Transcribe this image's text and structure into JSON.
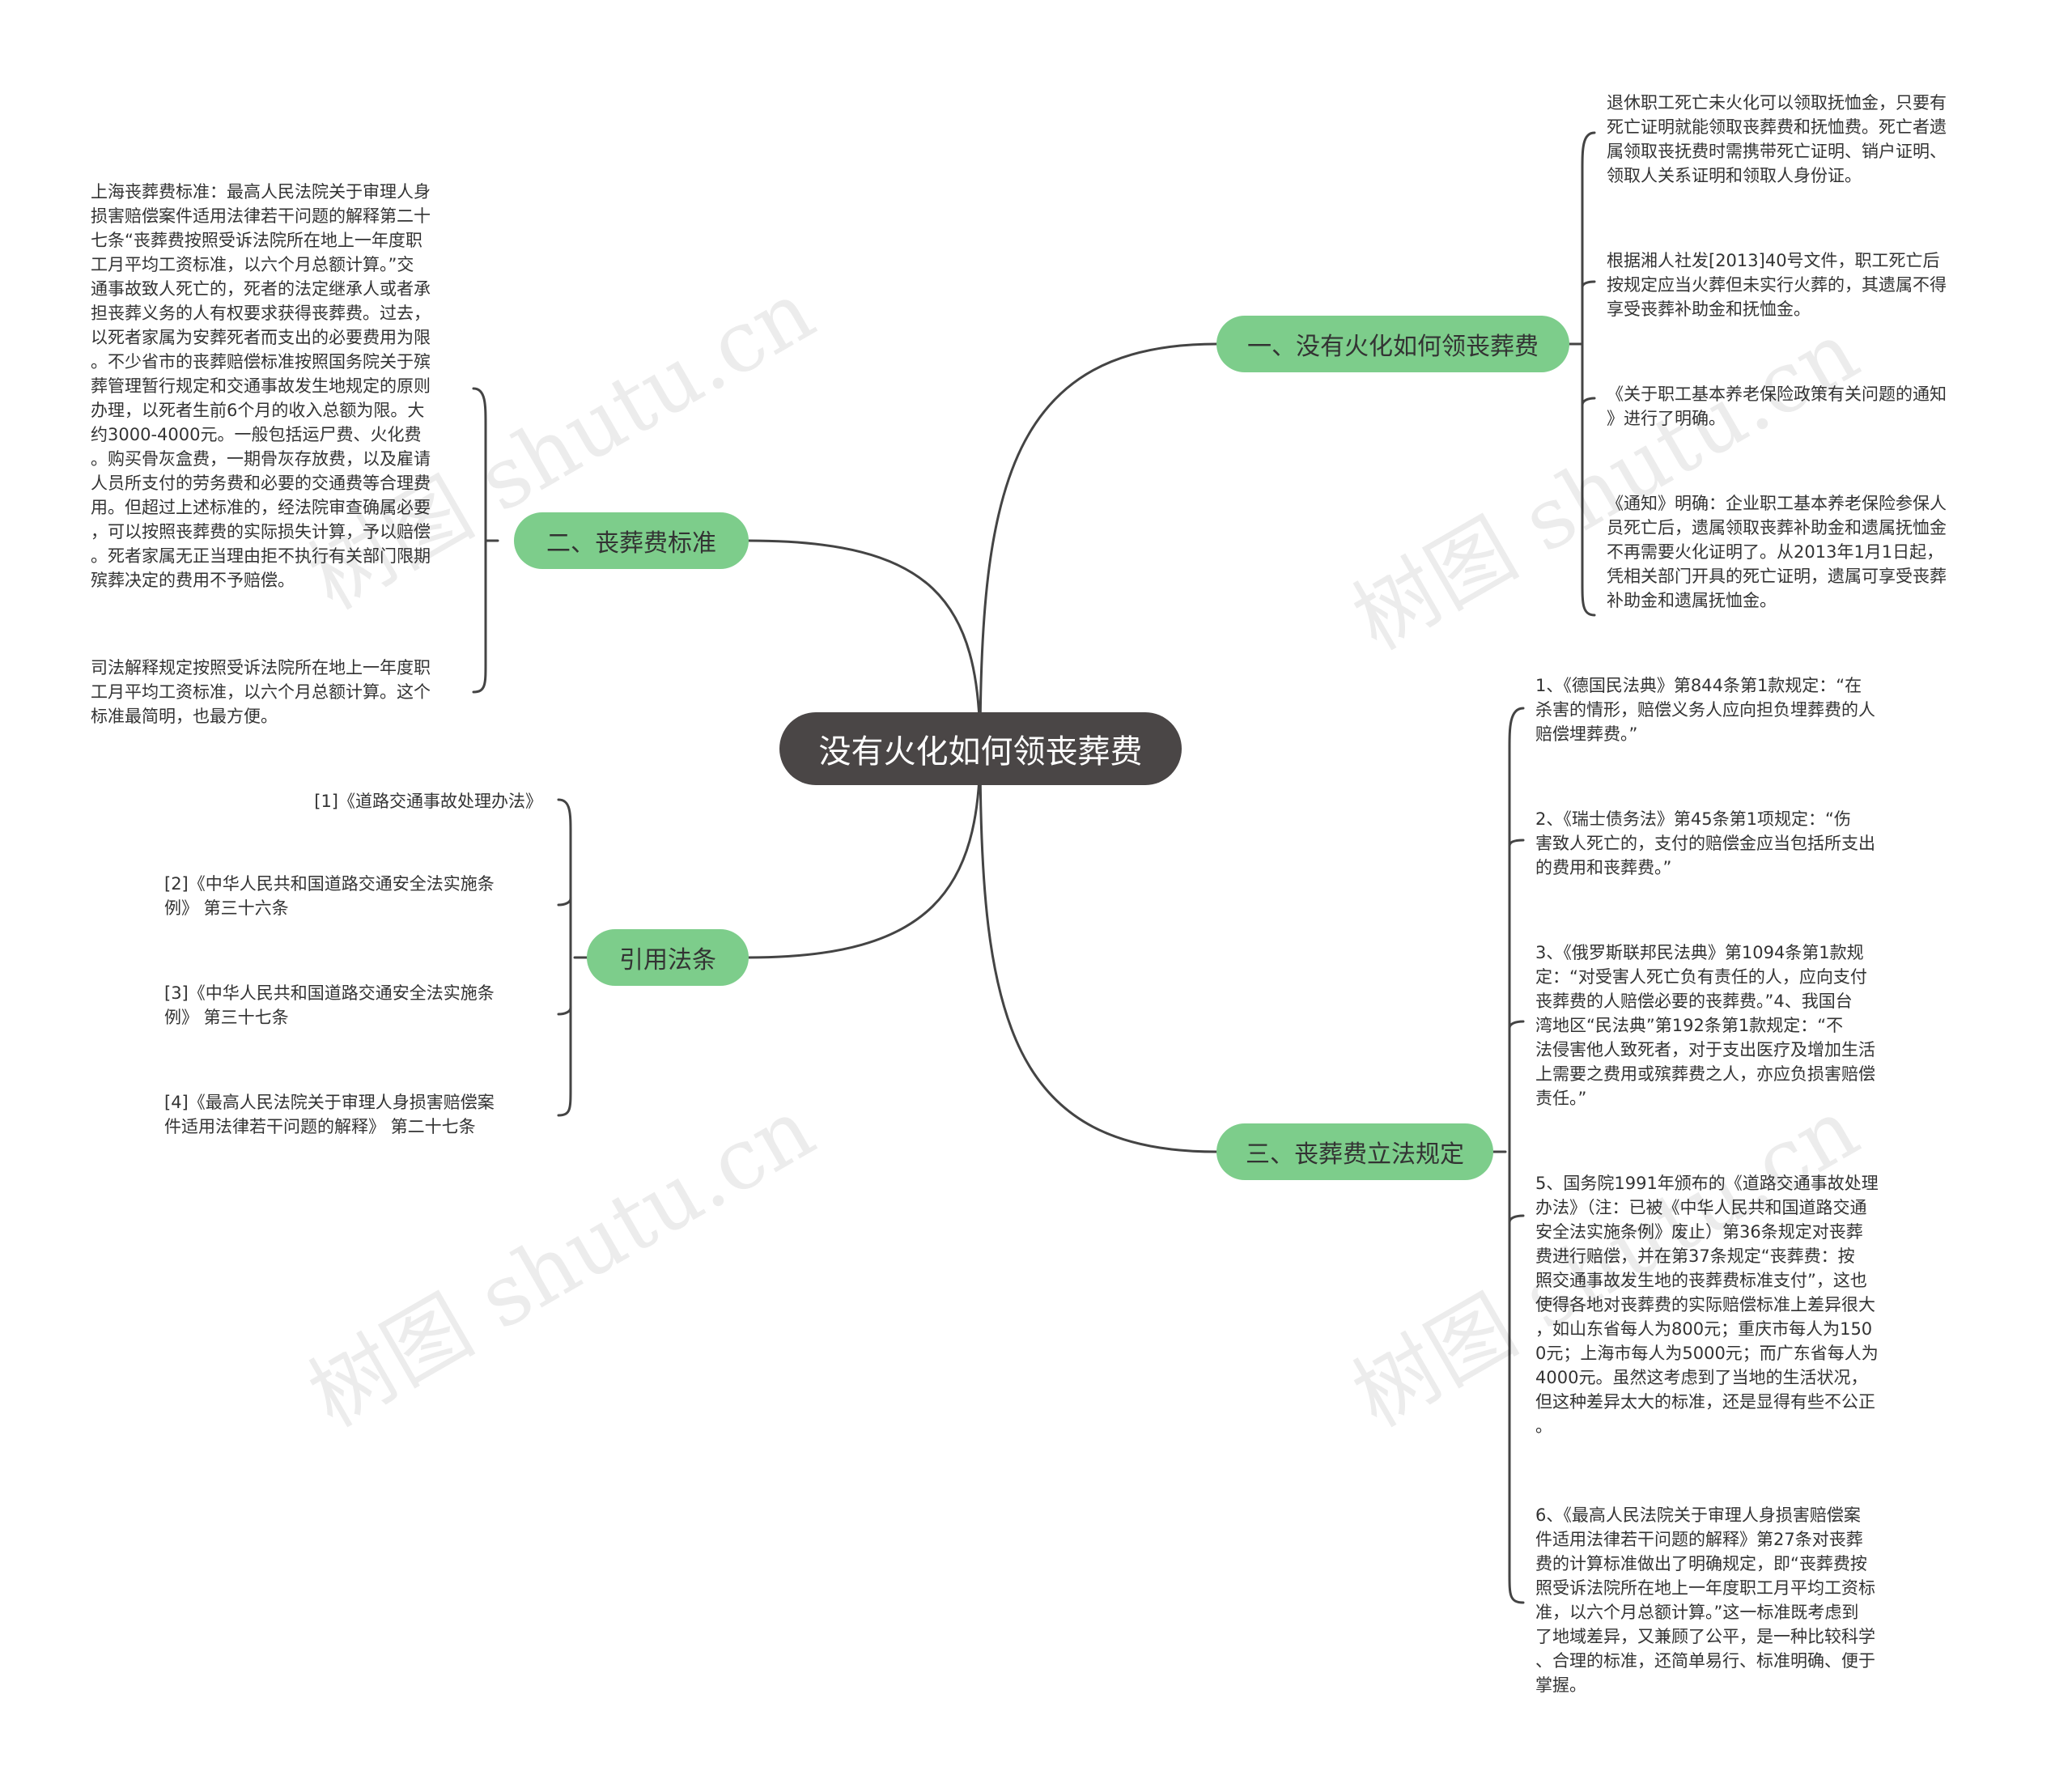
{
  "root": {
    "label": "没有火化如何领丧葬费"
  },
  "branches": {
    "b1": {
      "label": "一、没有火化如何领丧葬费",
      "leaves": [
        "退休职工死亡未火化可以领取抚恤金，只要有\n死亡证明就能领取丧葬费和抚恤费。死亡者遗\n属领取丧抚费时需携带死亡证明、销户证明、\n领取人关系证明和领取人身份证。",
        "根据湘人社发[2013]40号文件，职工死亡后\n按规定应当火葬但未实行火葬的，其遗属不得\n享受丧葬补助金和抚恤金。",
        "《关于职工基本养老保险政策有关问题的通知\n》进行了明确。",
        "《通知》明确：企业职工基本养老保险参保人\n员死亡后，遗属领取丧葬补助金和遗属抚恤金\n不再需要火化证明了。从2013年1月1日起，\n凭相关部门开具的死亡证明，遗属可享受丧葬\n补助金和遗属抚恤金。"
      ]
    },
    "b2": {
      "label": "二、丧葬费标准",
      "leaves": [
        "上海丧葬费标准：最高人民法院关于审理人身\n损害赔偿案件适用法律若干问题的解释第二十\n七条“丧葬费按照受诉法院所在地上一年度职\n工月平均工资标准，以六个月总额计算。”交\n通事故致人死亡的，死者的法定继承人或者承\n担丧葬义务的人有权要求获得丧葬费。过去，\n以死者家属为安葬死者而支出的必要费用为限\n。不少省市的丧葬赔偿标准按照国务院关于殡\n葬管理暂行规定和交通事故发生地规定的原则\n办理，以死者生前6个月的收入总额为限。大\n约3000-4000元。一般包括运尸费、火化费\n。购买骨灰盒费，一期骨灰存放费，以及雇请\n人员所支付的劳务费和必要的交通费等合理费\n用。但超过上述标准的，经法院审查确属必要\n，可以按照丧葬费的实际损失计算，予以赔偿\n。死者家属无正当理由拒不执行有关部门限期\n殡葬决定的费用不予赔偿。",
        "司法解释规定按照受诉法院所在地上一年度职\n工月平均工资标准，以六个月总额计算。这个\n标准最简明，也最方便。"
      ]
    },
    "b3": {
      "label": "引用法条",
      "leaves": [
        "[1]《道路交通事故处理办法》",
        "[2]《中华人民共和国道路交通安全法实施条\n例》 第三十六条",
        "[3]《中华人民共和国道路交通安全法实施条\n例》 第三十七条",
        "[4]《最高人民法院关于审理人身损害赔偿案\n件适用法律若干问题的解释》 第二十七条"
      ]
    },
    "b4": {
      "label": "三、丧葬费立法规定",
      "leaves": [
        "1、《德国民法典》第844条第1款规定：“在\n杀害的情形，赔偿义务人应向担负埋葬费的人\n赔偿埋葬费。”",
        "2、《瑞士债务法》第45条第1项规定：“伤\n害致人死亡的，支付的赔偿金应当包括所支出\n的费用和丧葬费。”",
        "3、《俄罗斯联邦民法典》第1094条第1款规\n定：“对受害人死亡负有责任的人，应向支付\n丧葬费的人赔偿必要的丧葬费。”4、我国台\n湾地区“民法典”第192条第1款规定：“不\n法侵害他人致死者，对于支出医疗及增加生活\n上需要之费用或殡葬费之人，亦应负损害赔偿\n责任。”",
        "5、国务院1991年颁布的《道路交通事故处理\n办法》（注：已被《中华人民共和国道路交通\n安全法实施条例》废止）第36条规定对丧葬\n费进行赔偿，并在第37条规定“丧葬费：按\n照交通事故发生地的丧葬费标准支付”，这也\n使得各地对丧葬费的实际赔偿标准上差异很大\n，如山东省每人为800元；重庆市每人为150\n0元；上海市每人为5000元；而广东省每人为\n4000元。虽然这考虑到了当地的生活状况，\n但这种差异太大的标准，还是显得有些不公正\n。",
        "6、《最高人民法院关于审理人身损害赔偿案\n件适用法律若干问题的解释》第27条对丧葬\n费的计算标准做出了明确规定，即“丧葬费按\n照受诉法院所在地上一年度职工月平均工资标\n准，以六个月总额计算。”这一标准既考虑到\n了地域差异，又兼顾了公平，是一种比较科学\n、合理的标准，还简单易行、标准明确、便于\n掌握。"
      ]
    }
  },
  "watermark": {
    "text": "树图 shutu.cn"
  },
  "colors": {
    "root": "#4a4646",
    "branch": "#7dcd8b",
    "line": "#444444",
    "text": "#333333"
  }
}
